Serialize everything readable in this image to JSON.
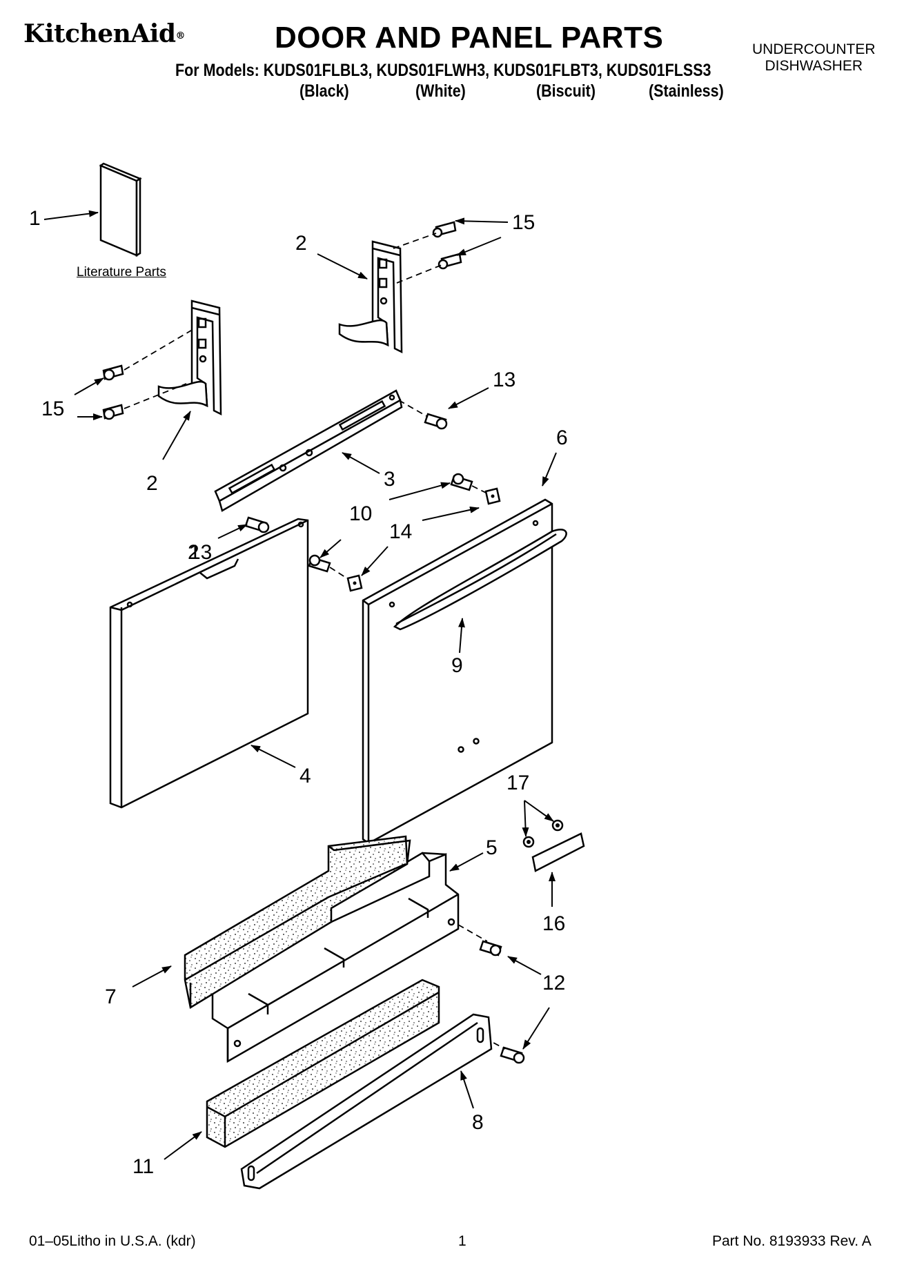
{
  "header": {
    "brand": "KitchenAid",
    "brand_mark": "®",
    "title": "DOOR AND PANEL PARTS",
    "appliance_line1": "UNDERCOUNTER",
    "appliance_line2": "DISHWASHER",
    "models": "For Models: KUDS01FLBL3, KUDS01FLWH3, KUDS01FLBT3, KUDS01FLSS3",
    "colors": [
      "(Black)",
      "(White)",
      "(Biscuit)",
      "(Stainless)"
    ]
  },
  "literature_label": "Literature Parts",
  "callouts": [
    "1",
    "2",
    "15",
    "2",
    "15",
    "13",
    "3",
    "2",
    "6",
    "10",
    "14",
    "13",
    "9",
    "4",
    "17",
    "5",
    "16",
    "12",
    "7",
    "8",
    "11"
  ],
  "footer": {
    "litho": "01–05Litho in U.S.A. (kdr)",
    "page": "1",
    "part_no": "Part No. 8193933 Rev. A"
  }
}
